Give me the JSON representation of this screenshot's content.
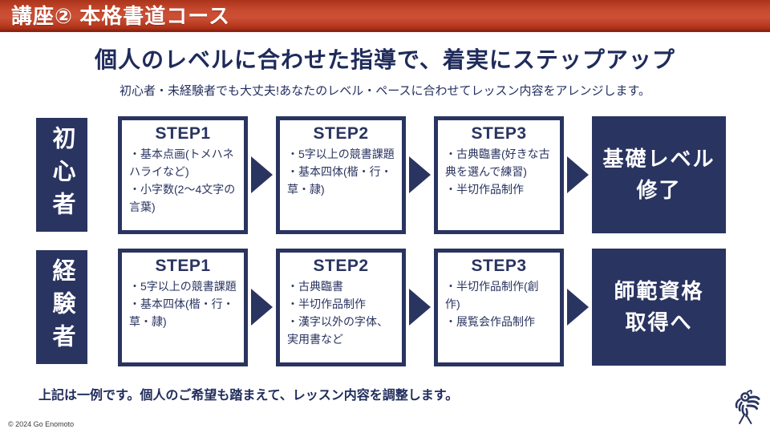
{
  "header": {
    "title": "講座② 本格書道コース"
  },
  "main": {
    "title": "個人のレベルに合わせた指導で、着実にステップアップ",
    "subtitle": "初心者・未経験者でも大丈夫!あなたのレベル・ペースに合わせてレッスン内容をアレンジします。"
  },
  "rows": [
    {
      "label": "初心者",
      "steps": [
        {
          "title": "STEP1",
          "items": [
            "・基本点画(トメハネハライなど)",
            "・小字数(2〜4文字の言葉)"
          ]
        },
        {
          "title": "STEP2",
          "items": [
            "・5字以上の競書課題",
            "・基本四体(楷・行・草・隷)"
          ]
        },
        {
          "title": "STEP3",
          "items": [
            "・古典臨書(好きな古典を選んで練習)",
            "・半切作品制作"
          ]
        }
      ],
      "result": {
        "line1": "基礎レベル",
        "line2": "修了"
      }
    },
    {
      "label": "経験者",
      "steps": [
        {
          "title": "STEP1",
          "items": [
            "・5字以上の競書課題",
            "・基本四体(楷・行・草・隷)"
          ]
        },
        {
          "title": "STEP2",
          "items": [
            "・古典臨書",
            "・半切作品制作",
            "・漢字以外の字体、実用書など"
          ]
        },
        {
          "title": "STEP3",
          "items": [
            "・半切作品制作(創作)",
            "・展覧会作品制作"
          ]
        }
      ],
      "result": {
        "line1": "師範資格",
        "line2": "取得へ"
      }
    }
  ],
  "footer": {
    "note": "上記は一例です。個人のご希望も踏まえて、レッスン内容を調整します。",
    "copyright": "© 2024 Go Enomoto"
  },
  "icons": {
    "arrow": "right-arrow-icon",
    "logo": "bird-calligraphy-logo-icon"
  },
  "colors": {
    "accent_red": "#c84b30",
    "accent_red_dark": "#8e2410",
    "navy": "#2a3460",
    "text_navy": "#1f2b5b"
  }
}
